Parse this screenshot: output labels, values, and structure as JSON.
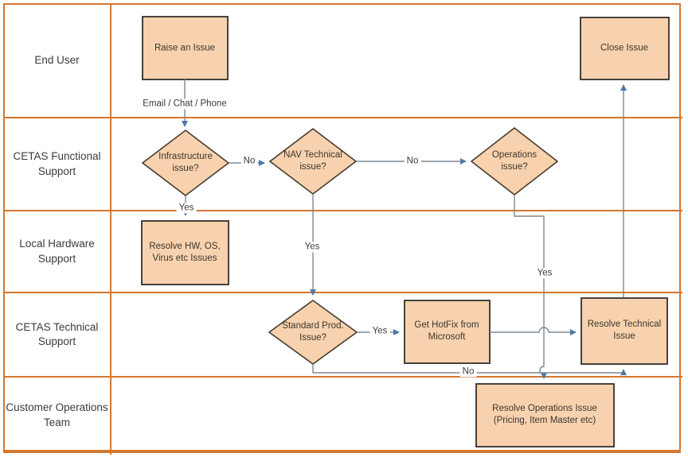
{
  "diagram": {
    "type": "swimlane-flowchart",
    "colors": {
      "lane_border": "#D4772F",
      "node_fill": "#F8D2AE",
      "node_border": "#33302B",
      "connector": "#7E8994",
      "arrowhead": "#4F79A5"
    },
    "lanes": [
      {
        "label": "End User"
      },
      {
        "label": "CETAS Functional Support"
      },
      {
        "label": "Local Hardware Support"
      },
      {
        "label": "CETAS Technical Support"
      },
      {
        "label": "Customer Operations Team"
      }
    ],
    "nodes": [
      {
        "id": "raise-an-issue",
        "type": "process",
        "lane": 0,
        "label": "Raise an Issue"
      },
      {
        "id": "close-issue",
        "type": "process",
        "lane": 0,
        "label": "Close Issue"
      },
      {
        "id": "infrastructure-issue",
        "type": "decision",
        "lane": 1,
        "label": "Infrastructure\nissue?"
      },
      {
        "id": "nav-technical-issue",
        "type": "decision",
        "lane": 1,
        "label": "NAV Technical\nissue?"
      },
      {
        "id": "operations-issue",
        "type": "decision",
        "lane": 1,
        "label": "Operations\nissue?"
      },
      {
        "id": "resolve-hw-os-virus",
        "type": "process",
        "lane": 2,
        "label": "Resolve HW, OS,\nVirus etc Issues"
      },
      {
        "id": "standard-prod-issue",
        "type": "decision",
        "lane": 3,
        "label": "Standard Prod.\nIssue?"
      },
      {
        "id": "get-hotfix-from-microsoft",
        "type": "process",
        "lane": 3,
        "label": "Get HotFix from\nMicrosoft"
      },
      {
        "id": "resolve-technical-issue",
        "type": "process",
        "lane": 3,
        "label": "Resolve Technical\nIssue"
      },
      {
        "id": "resolve-operations-issue",
        "type": "process",
        "lane": 4,
        "label": "Resolve Operations Issue\n(Pricing, Item Master etc)"
      }
    ],
    "edges": [
      {
        "from": "raise-an-issue",
        "to": "infrastructure-issue",
        "label": "Email / Chat / Phone"
      },
      {
        "from": "infrastructure-issue",
        "to": "nav-technical-issue",
        "label": "No"
      },
      {
        "from": "infrastructure-issue",
        "to": "resolve-hw-os-virus",
        "label": "Yes"
      },
      {
        "from": "nav-technical-issue",
        "to": "operations-issue",
        "label": "No"
      },
      {
        "from": "nav-technical-issue",
        "to": "standard-prod-issue",
        "label": "Yes"
      },
      {
        "from": "operations-issue",
        "to": "resolve-operations-issue",
        "label": "Yes"
      },
      {
        "from": "standard-prod-issue",
        "to": "get-hotfix-from-microsoft",
        "label": "Yes"
      },
      {
        "from": "get-hotfix-from-microsoft",
        "to": "resolve-technical-issue",
        "label": ""
      },
      {
        "from": "standard-prod-issue",
        "to": "resolve-technical-issue",
        "label": "No"
      },
      {
        "from": "resolve-technical-issue",
        "to": "close-issue",
        "label": ""
      }
    ]
  }
}
